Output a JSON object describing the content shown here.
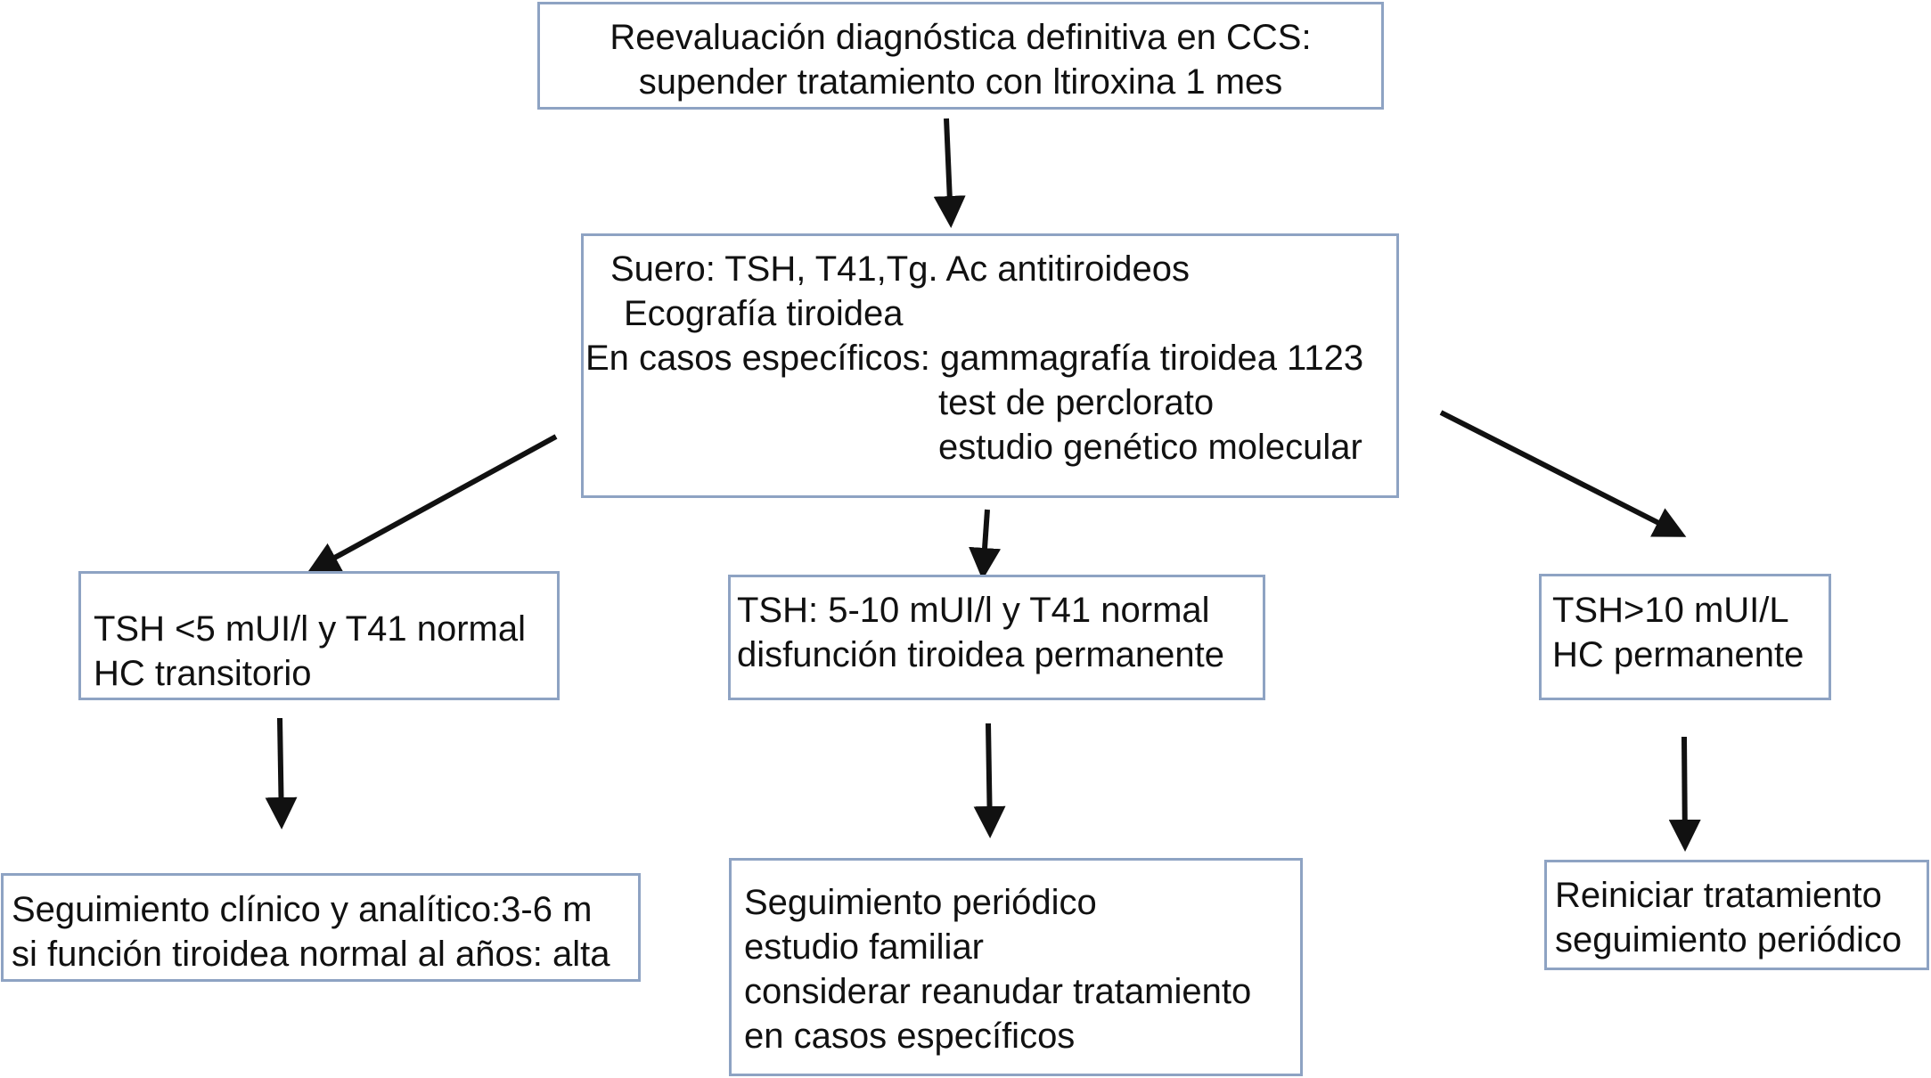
{
  "nodes": {
    "top": {
      "lines": [
        "Reevaluación diagnóstica definitiva en CCS:",
        "supender tratamiento con ltiroxina 1 mes"
      ]
    },
    "middle": {
      "lines": [
        "Suero: TSH, T41,Tg. Ac antitiroideos",
        "Ecografía tiroidea",
        "En casos específicos: gammagrafía tiroidea 1123",
        "test de perclorato",
        "estudio genético molecular"
      ]
    },
    "left": {
      "lines": [
        "TSH <5 mUI/l y T41 normal",
        "HC transitorio"
      ]
    },
    "center": {
      "lines": [
        "TSH: 5-10 mUI/l y T41 normal",
        "disfunción tiroidea permanente"
      ]
    },
    "right": {
      "lines": [
        "TSH>10 mUI/L",
        "HC permanente"
      ]
    },
    "bottom_left": {
      "lines": [
        "Seguimiento clínico y analítico:3-6 m",
        "si función tiroidea normal al años: alta"
      ]
    },
    "bottom_center": {
      "lines": [
        "Seguimiento periódico",
        "estudio familiar",
        "considerar reanudar tratamiento",
        "en casos específicos"
      ]
    },
    "bottom_right": {
      "lines": [
        "Reiniciar tratamiento",
        "seguimiento periódico"
      ]
    }
  },
  "colors": {
    "box_border": "#8ea3c3",
    "arrow": "#111111",
    "text": "#111111"
  }
}
